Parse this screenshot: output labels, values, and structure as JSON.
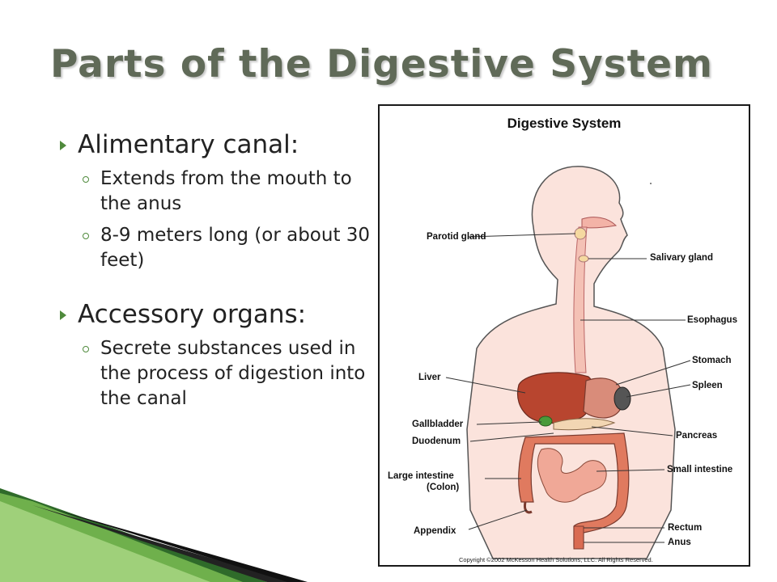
{
  "title": "Parts of the Digestive System",
  "bullets": [
    {
      "label": "Alimentary canal:",
      "sub": [
        "Extends from the mouth to the anus",
        "8-9 meters long (or about 30 feet)"
      ]
    },
    {
      "label": "Accessory organs:",
      "sub": [
        "Secrete substances used in the process of digestion into the canal"
      ]
    }
  ],
  "figure": {
    "title": "Digestive System",
    "labels": {
      "parotid": "Parotid gland",
      "salivary": "Salivary gland",
      "esophagus": "Esophagus",
      "stomach": "Stomach",
      "spleen": "Spleen",
      "liver": "Liver",
      "gallbladder": "Gallbladder",
      "duodenum": "Duodenum",
      "pancreas": "Pancreas",
      "large_intestine": "Large intestine",
      "colon": "(Colon)",
      "small_intestine": "Small intestine",
      "appendix": "Appendix",
      "rectum": "Rectum",
      "anus": "Anus"
    },
    "copyright": "Copyright ©2002 McKesson Health Solutions, LLC. All Rights Reserved."
  },
  "colors": {
    "title": "#606a58",
    "accent_green": "#4f8a3c",
    "skin": "#fbe3dc",
    "organ": "#e07a5f",
    "liver": "#b8452f"
  }
}
